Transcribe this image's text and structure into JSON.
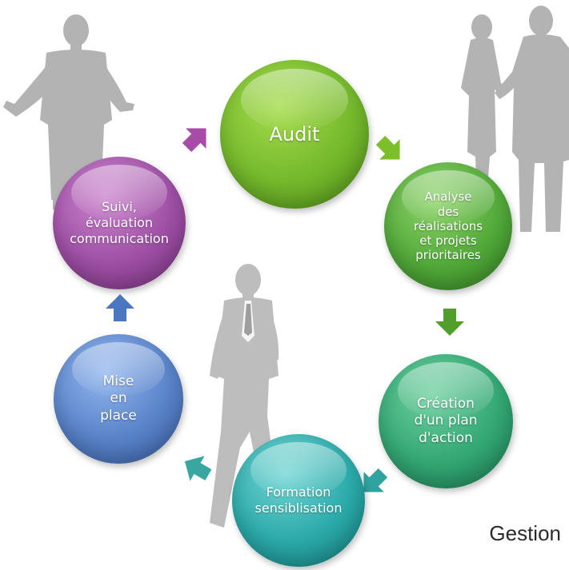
{
  "cycle": {
    "nodes": [
      {
        "id": "audit",
        "label": "Audit",
        "color": "#74b82c"
      },
      {
        "id": "analyse",
        "label": "Analyse\ndes\nréalisations\net projets\nprioritaires",
        "color": "#52a93a"
      },
      {
        "id": "creation",
        "label": "Création\nd'un plan\nd'action",
        "color": "#33a774"
      },
      {
        "id": "formation",
        "label": "Formation\nsensiblisation",
        "color": "#2ba9a9"
      },
      {
        "id": "mise",
        "label": "Mise\nen\nplace",
        "color": "#5983c9"
      },
      {
        "id": "suivi",
        "label": "Suivi,\névaluation\ncommunication",
        "color": "#9e4fa4"
      }
    ],
    "arrows": [
      {
        "id": "suivi-to-audit",
        "color": "#a64ca8"
      },
      {
        "id": "audit-to-analyse",
        "color": "#7cbf2a"
      },
      {
        "id": "analyse-to-creation",
        "color": "#4f9f2a"
      },
      {
        "id": "creation-to-formation",
        "color": "#2ea39f"
      },
      {
        "id": "formation-to-mise",
        "color": "#39a7a0"
      },
      {
        "id": "mise-to-suivi",
        "color": "#4b77c0"
      }
    ]
  },
  "silhouettes": [
    {
      "name": "presenting-man-silhouette",
      "color": "#b3b3b3"
    },
    {
      "name": "conversation-pair-silhouette",
      "color": "#b3b3b3"
    },
    {
      "name": "walking-man-silhouette",
      "color": "#bdbdbd"
    }
  ],
  "footer": {
    "label": "Gestion"
  }
}
